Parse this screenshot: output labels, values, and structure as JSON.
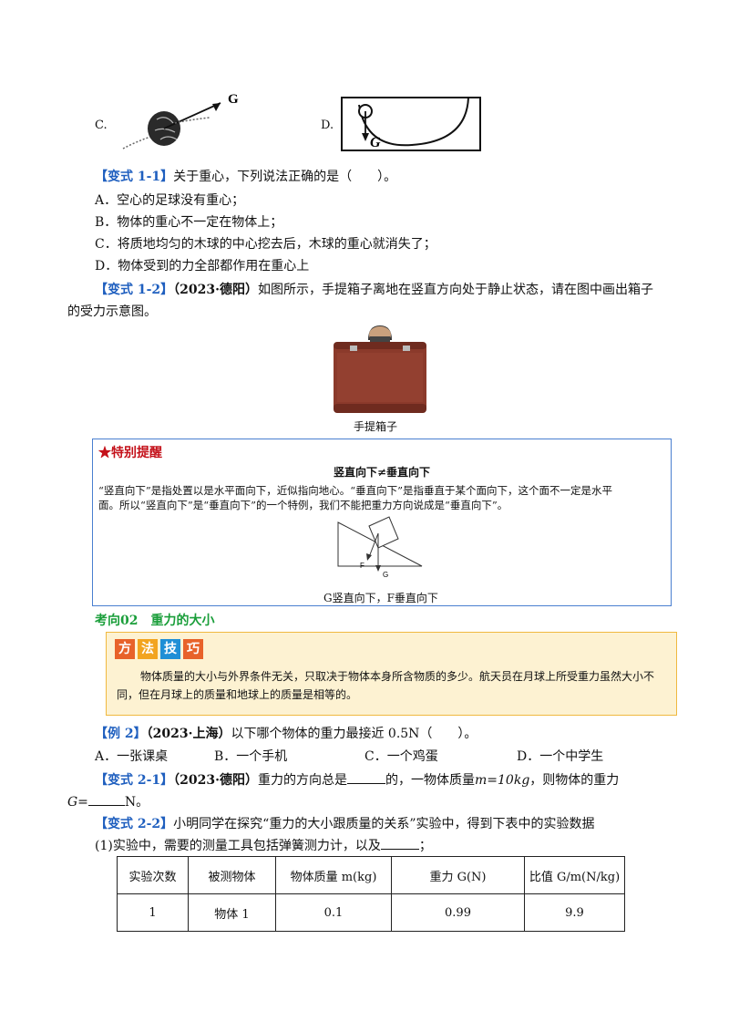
{
  "q_options_top": {
    "c_label": "C.",
    "d_label": "D.",
    "c_g_label": "G",
    "d_g_label": "G"
  },
  "variant_1_1": {
    "tag": "【变式 1-1】",
    "stem": "关于重心，下列说法正确的是（　　）。",
    "options": [
      "A．空心的足球没有重心；",
      "B．物体的重心不一定在物体上；",
      "C．将质地均匀的木球的中心挖去后，木球的重心就消失了；",
      "D．物体受到的力全部都作用在重心上"
    ]
  },
  "variant_1_2": {
    "tag": "【变式 1-2】",
    "source": "（2023·德阳）",
    "stem_line1": "如图所示，手提箱子离地在竖直方向处于静止状态，请在图中画出箱子",
    "stem_line2": "的受力示意图。",
    "caption": "手提箱子"
  },
  "tip": {
    "title": "★特别提醒",
    "heading": "竖直向下≠垂直向下",
    "para_line1": "“竖直向下”是指处置以是水平面向下，近似指向地心。“垂直向下”是指垂直于某个面向下，这个面不一定是水平",
    "para_line2": "面。所以“竖直向下”是“垂直向下”的一个特例，我们不能把重力方向说成是“垂直向下”。",
    "fig_f": "F",
    "fig_g": "G",
    "caption": "G竖直向下，F垂直向下"
  },
  "section_02": {
    "title": "考向02　重力的大小"
  },
  "method": {
    "badges": [
      "方",
      "法",
      "技",
      "巧"
    ],
    "badge_colors": [
      "#e8622a",
      "#f2a41f",
      "#1f8fd6",
      "#e8622a"
    ],
    "line1": "物体质量的大小与外界条件无关，只取决于物体本身所含物质的多少。航天员在月球上所受重力虽然大小不",
    "line2": "同，但在月球上的质量和地球上的质量是相等的。"
  },
  "example_2": {
    "tag": "【例 2】",
    "source": "（2023·上海）",
    "stem": "以下哪个物体的重力最接近 0.5N（　　）。",
    "options": [
      "A．一张课桌",
      "B．一个手机",
      "C．一个鸡蛋",
      "D．一个中学生"
    ]
  },
  "variant_2_1": {
    "tag": "【变式 2-1】",
    "source": "（2023·德阳）",
    "part1": "重力的方向总是",
    "part2": "的，一物体质量",
    "m_eq": "m=10kg",
    "part3": "，则物体的重力",
    "g_prefix": "G=",
    "g_suffix": "N。"
  },
  "variant_2_2": {
    "tag": "【变式 2-2】",
    "stem": "小明同学在探究“重力的大小跟质量的关系”实验中，得到下表中的实验数据",
    "sub1": "(1)实验中，需要的测量工具包括弹簧测力计，以及",
    "sub1_end": "；",
    "table": {
      "headers": [
        "实验次数",
        "被测物体",
        "物体质量 m(kg)",
        "重力 G(N)",
        "比值 G/m(N/kg)"
      ],
      "rows": [
        [
          "1",
          "物体 1",
          "0.1",
          "0.99",
          "9.9"
        ]
      ]
    }
  }
}
